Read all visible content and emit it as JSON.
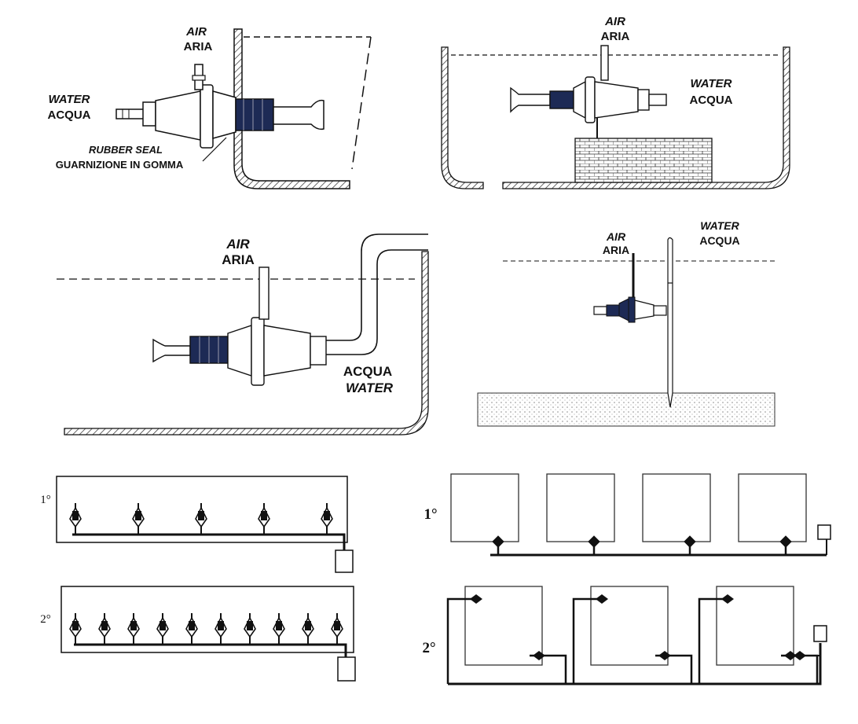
{
  "panel_top_left": {
    "air_en": "AIR",
    "air_it": "ARIA",
    "water_en": "WATER",
    "water_it": "ACQUA",
    "seal_en": "RUBBER SEAL",
    "seal_it": "GUARNIZIONE IN GOMMA"
  },
  "panel_top_right": {
    "air_en": "AIR",
    "air_it": "ARIA",
    "water_en": "WATER",
    "water_it": "ACQUA"
  },
  "panel_mid_left": {
    "air_en": "AIR",
    "air_it": "ARIA",
    "water_it": "ACQUA",
    "water_en": "WATER"
  },
  "panel_mid_right": {
    "air_en": "AIR",
    "air_it": "ARIA",
    "water_en": "WATER",
    "water_it": "ACQUA"
  },
  "layouts_left": {
    "first_label": "1°",
    "second_label": "2°",
    "first_count": 5,
    "second_count": 10
  },
  "layouts_right": {
    "first_label": "1°",
    "second_label": "2°",
    "first_tanks": 4,
    "second_tanks": 3
  },
  "icons": [
    "venturi-injector-icon",
    "pump-box-icon"
  ]
}
